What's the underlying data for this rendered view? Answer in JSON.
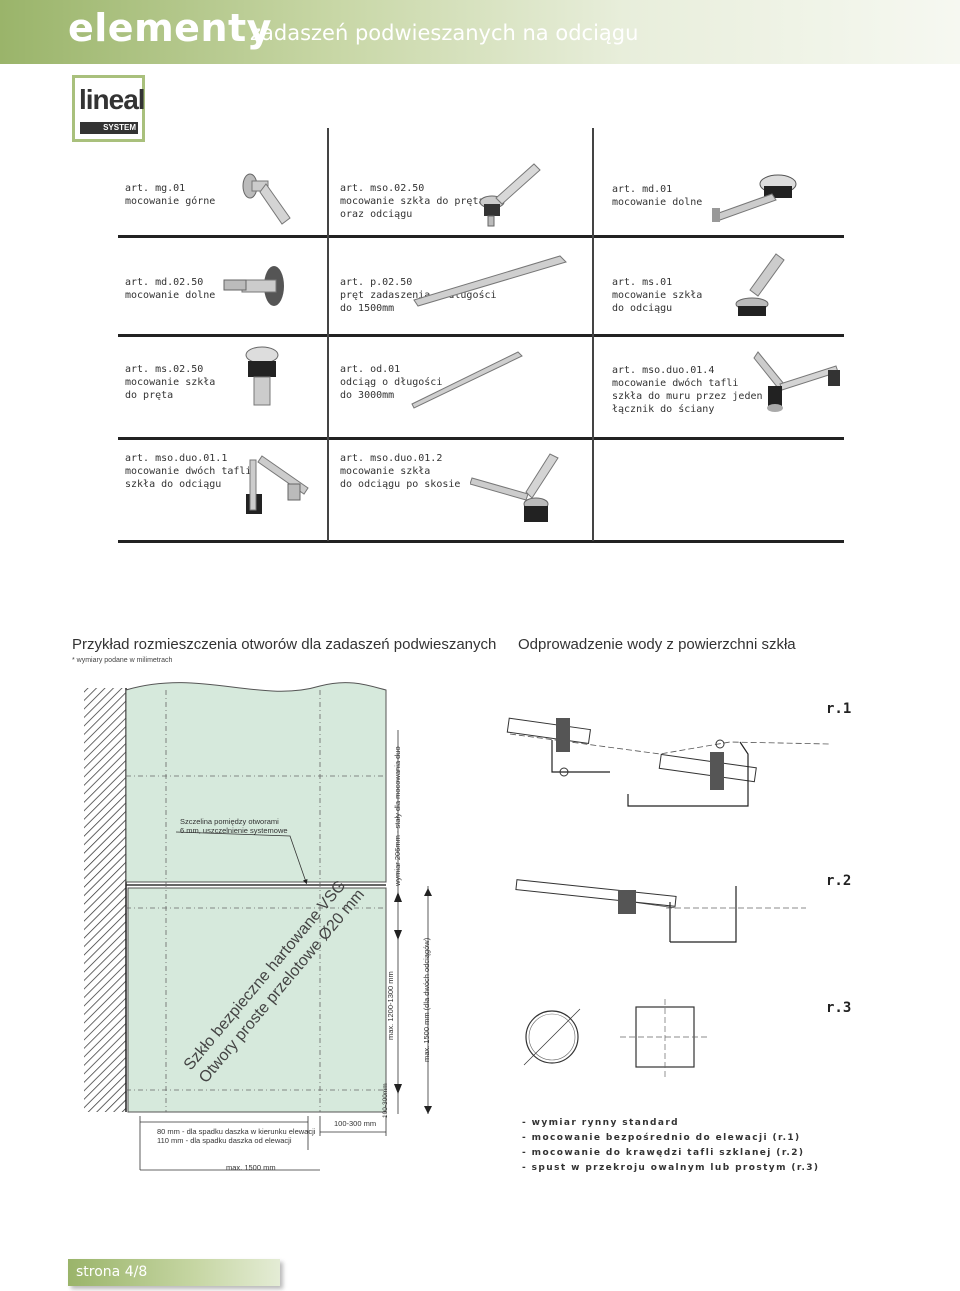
{
  "header": {
    "title_main": "elementy",
    "title_sub": "zadaszeń podwieszanych na odciągu"
  },
  "logo": {
    "word": "lineal",
    "system": "SYSTEM"
  },
  "catalog": [
    {
      "code": "art. mg.01",
      "lines": [
        "mocowanie górne"
      ]
    },
    {
      "code": "art. mso.02.50",
      "lines": [
        "mocowanie szkła do pręta",
        "oraz odciągu"
      ]
    },
    {
      "code": "art. md.01",
      "lines": [
        "mocowanie dolne"
      ]
    },
    {
      "code": "art. md.02.50",
      "lines": [
        "mocowanie dolne"
      ]
    },
    {
      "code": "art. p.02.50",
      "lines": [
        "pręt zadaszenia o długości",
        "do 1500mm"
      ]
    },
    {
      "code": "art. ms.01",
      "lines": [
        "mocowanie szkła",
        "do odciągu"
      ]
    },
    {
      "code": "art. ms.02.50",
      "lines": [
        "mocowanie szkła",
        "do pręta"
      ]
    },
    {
      "code": "art. od.01",
      "lines": [
        "odciąg o długości",
        "do 3000mm"
      ]
    },
    {
      "code": "art. mso.duo.01.4",
      "lines": [
        "mocowanie dwóch tafli",
        "szkła do muru przez jeden",
        "łącznik do ściany"
      ]
    },
    {
      "code": "art. mso.duo.01.1",
      "lines": [
        "mocowanie dwóch tafli",
        "szkła do odciągu"
      ]
    },
    {
      "code": "art. mso.duo.01.2",
      "lines": [
        "mocowanie szkła",
        "do odciągu po skosie"
      ]
    }
  ],
  "left_section": {
    "title": "Przykład rozmieszczenia otworów dla zadaszeń podwieszanych",
    "note": "* wymiary podane w milimetrach",
    "gap_label": [
      "Szczelina pomiędzy otworami",
      "6 mm, uszczelnienie systemowe"
    ],
    "glass_label": [
      "Szkło bezpieczne hartowane VSG",
      "Otwory proste przelotowe Ø20 mm"
    ],
    "dim_fixed": "wymiar 206mm - stały dla mocowania duo",
    "dim_max1": "max. 1200-1300 mm",
    "dim_max2": "max. 1500 mm (dla dwóch odciągów)",
    "dim_100_300_v": "100-300mm",
    "dim_100_300_h": "100-300 mm",
    "dim_bottom": [
      "80 mm - dla spadku daszka w kierunku elewacji",
      "110 mm - dla spadku daszka od elewacji"
    ],
    "dim_max_width": "max. 1500 mm"
  },
  "right_section": {
    "title": "Odprowadzenie wody z powierzchni szkła",
    "r1": "r.1",
    "r2": "r.2",
    "r3": "r.3",
    "items": [
      "- wymiar rynny standard",
      "- mocowanie bezpośrednio do elewacji (r.1)",
      "- mocowanie do krawędzi tafli szklanej (r.2)",
      "- spust w przekroju owalnym lub prostym (r.3)"
    ]
  },
  "footer": {
    "page": "strona 4/8"
  }
}
